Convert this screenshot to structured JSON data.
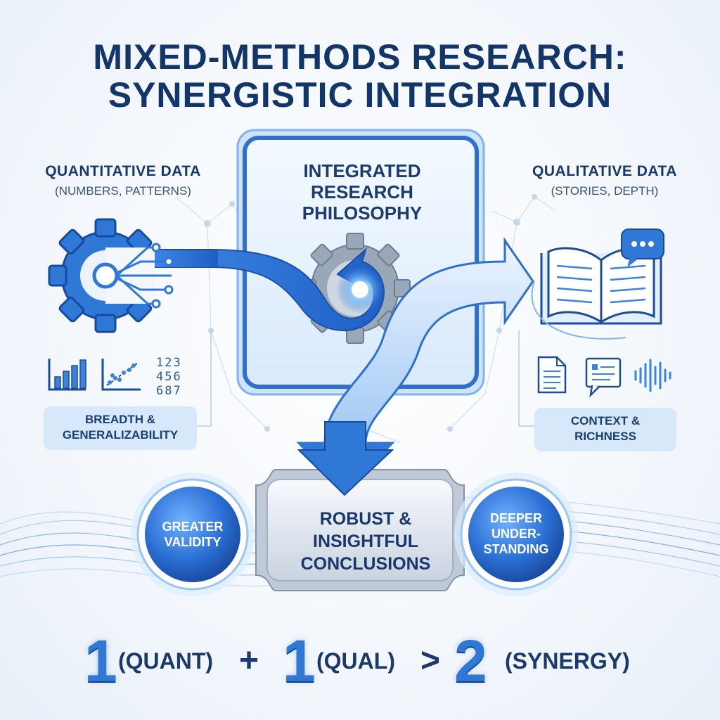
{
  "title_line1": "MIXED-METHODS RESEARCH:",
  "title_line2": "SYNERGISTIC INTEGRATION",
  "quant": {
    "heading": "QUANTITATIVE DATA",
    "subheading": "(NUMBERS, PATTERNS)",
    "tag_line1": "BREADTH &",
    "tag_line2": "GENERALIZABILITY",
    "numbers_line1": "123",
    "numbers_line2": "456",
    "numbers_line3": "687"
  },
  "qual": {
    "heading": "QUALITATIVE DATA",
    "subheading": "(STORIES, DEPTH)",
    "tag_line1": "CONTEXT &",
    "tag_line2": "RICHNESS"
  },
  "center": {
    "line1": "INTEGRATED",
    "line2": "RESEARCH",
    "line3": "PHILOSOPHY"
  },
  "conclusion": {
    "line1": "ROBUST &",
    "line2": "INSIGHTFUL",
    "line3": "CONCLUSIONS"
  },
  "left_circle": {
    "line1": "GREATER",
    "line2": "VALIDITY"
  },
  "right_circle": {
    "line1": "DEEPER",
    "line2": "UNDER-",
    "line3": "STANDING"
  },
  "equation": {
    "one_a": "1",
    "quant_label": "(QUANT)",
    "plus": "+",
    "one_b": "1",
    "qual_label": "(QUAL)",
    "gt": ">",
    "two": "2",
    "synergy_label": "(SYNERGY)"
  },
  "colors": {
    "primary": "#2f78d6",
    "dark": "#12356a",
    "light_panel": "#d6e8fa"
  },
  "icons": [
    "gear-circuit-icon",
    "bar-chart-icon",
    "scatter-plot-icon",
    "open-book-icon",
    "chat-bubble-icon",
    "document-icon",
    "quote-card-icon",
    "sound-wave-icon",
    "merging-gears-icon"
  ]
}
